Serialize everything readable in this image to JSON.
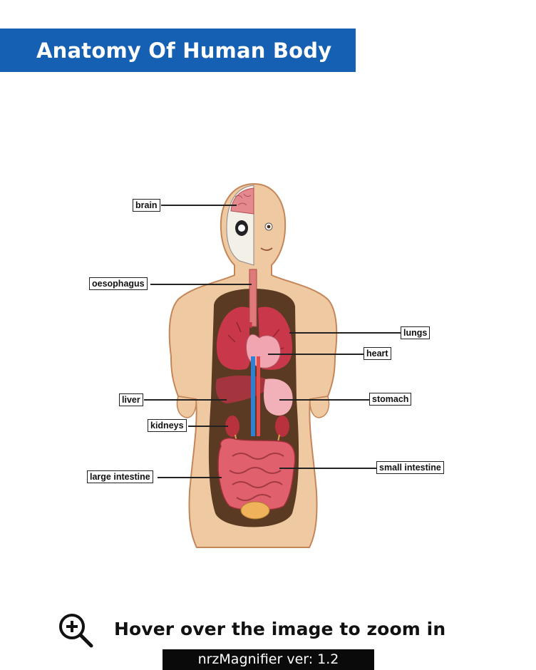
{
  "header": {
    "title": "Anatomy Of Human Body"
  },
  "diagram": {
    "labels": {
      "brain": "brain",
      "oesophagus": "oesophagus",
      "lungs": "lungs",
      "heart": "heart",
      "liver": "liver",
      "stomach": "stomach",
      "kidneys": "kidneys",
      "small_intestine": "small intestine",
      "large_intestine": "large intestine"
    }
  },
  "magnifier": {
    "hint": "Hover over the image to zoom in",
    "icon": "zoom-in-icon",
    "version": "nrzMagnifier ver: 1.2"
  },
  "colors": {
    "brand": "#1660b4",
    "skin": "#efc9a1",
    "lung": "#c8384a",
    "heart": "#f0a5b0",
    "liver": "#a4353f",
    "stomach": "#f2b0b8",
    "intestine": "#e0606e",
    "vessel": "#2f7fd3"
  }
}
